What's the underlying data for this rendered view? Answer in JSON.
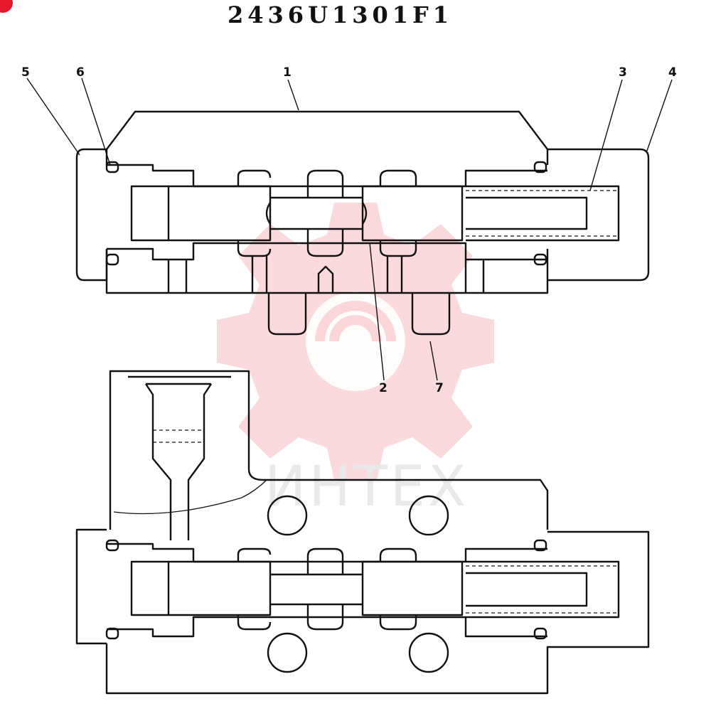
{
  "drawing": {
    "part_number": "2436U1301F1",
    "callouts": [
      {
        "id": "callout-5",
        "text": "5"
      },
      {
        "id": "callout-6",
        "text": "6"
      },
      {
        "id": "callout-1",
        "text": "1"
      },
      {
        "id": "callout-3",
        "text": "3"
      },
      {
        "id": "callout-4",
        "text": "4"
      },
      {
        "id": "callout-2",
        "text": "2"
      },
      {
        "id": "callout-7",
        "text": "7"
      }
    ]
  },
  "watermark": {
    "text": "ИНТЕХ",
    "color": "#e4172b"
  }
}
